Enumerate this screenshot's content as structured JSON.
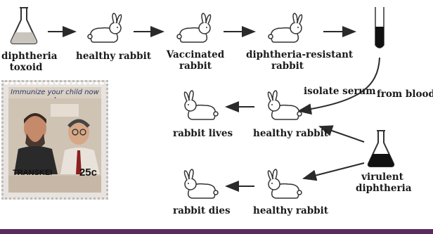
{
  "labels": {
    "toxoid": [
      "diphtheria",
      "toxoid"
    ],
    "healthy_rabbit": "healthy rabbit",
    "vaccinated": [
      "Vaccinated",
      "rabbit"
    ],
    "resistant": [
      "diphtheria-resistant",
      "rabbit"
    ],
    "isolate_serum": "isolate serum",
    "from_blood": "from blood",
    "rabbit_lives": "rabbit lives",
    "healthy_rabbit_mid": "healthy rabbit",
    "virulent": [
      "virulent",
      "diphtheria"
    ],
    "rabbit_dies": "rabbit dies",
    "healthy_rabbit_bot": "healthy rabbit"
  },
  "stamp": {
    "slogan": "Immunize your child now !",
    "country": "TRANSKEI",
    "value": "25c"
  },
  "colors": {
    "arrow": "#2a2a2a",
    "rabbit_stroke": "#333333",
    "flask_liquid_light": "#c9c4bd",
    "flask_liquid_dark": "#111111",
    "tube_liquid": "#111111",
    "footer": "#5a2a5e"
  }
}
